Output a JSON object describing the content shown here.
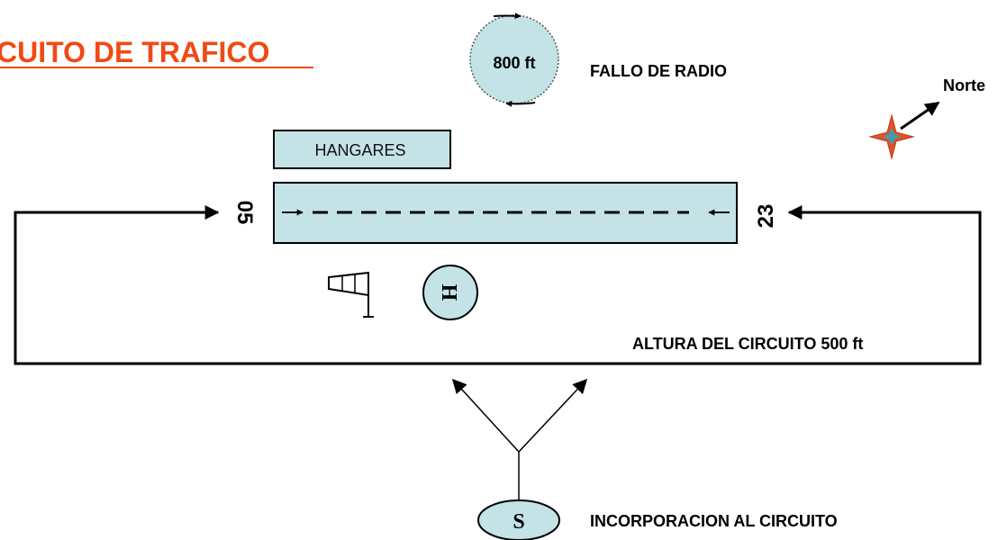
{
  "title": "CUITO DE TRAFICO",
  "radio_failure": {
    "altitude": "800 ft",
    "label": "FALLO DE RADIO"
  },
  "north_label": "Norte",
  "hangars_label": "HANGARES",
  "runway": {
    "left_number": "05",
    "right_number": "23"
  },
  "circuit_height_label": "ALTURA DEL CIRCUITO 500 ft",
  "helipad_label": "H",
  "joining": {
    "marker": "S",
    "label": "INCORPORACION AL CIRCUITO"
  },
  "colors": {
    "title": "#f04a14",
    "fill": "#c3e3e6",
    "compass": "#e0502a",
    "compass_center": "#3aa0b0"
  }
}
